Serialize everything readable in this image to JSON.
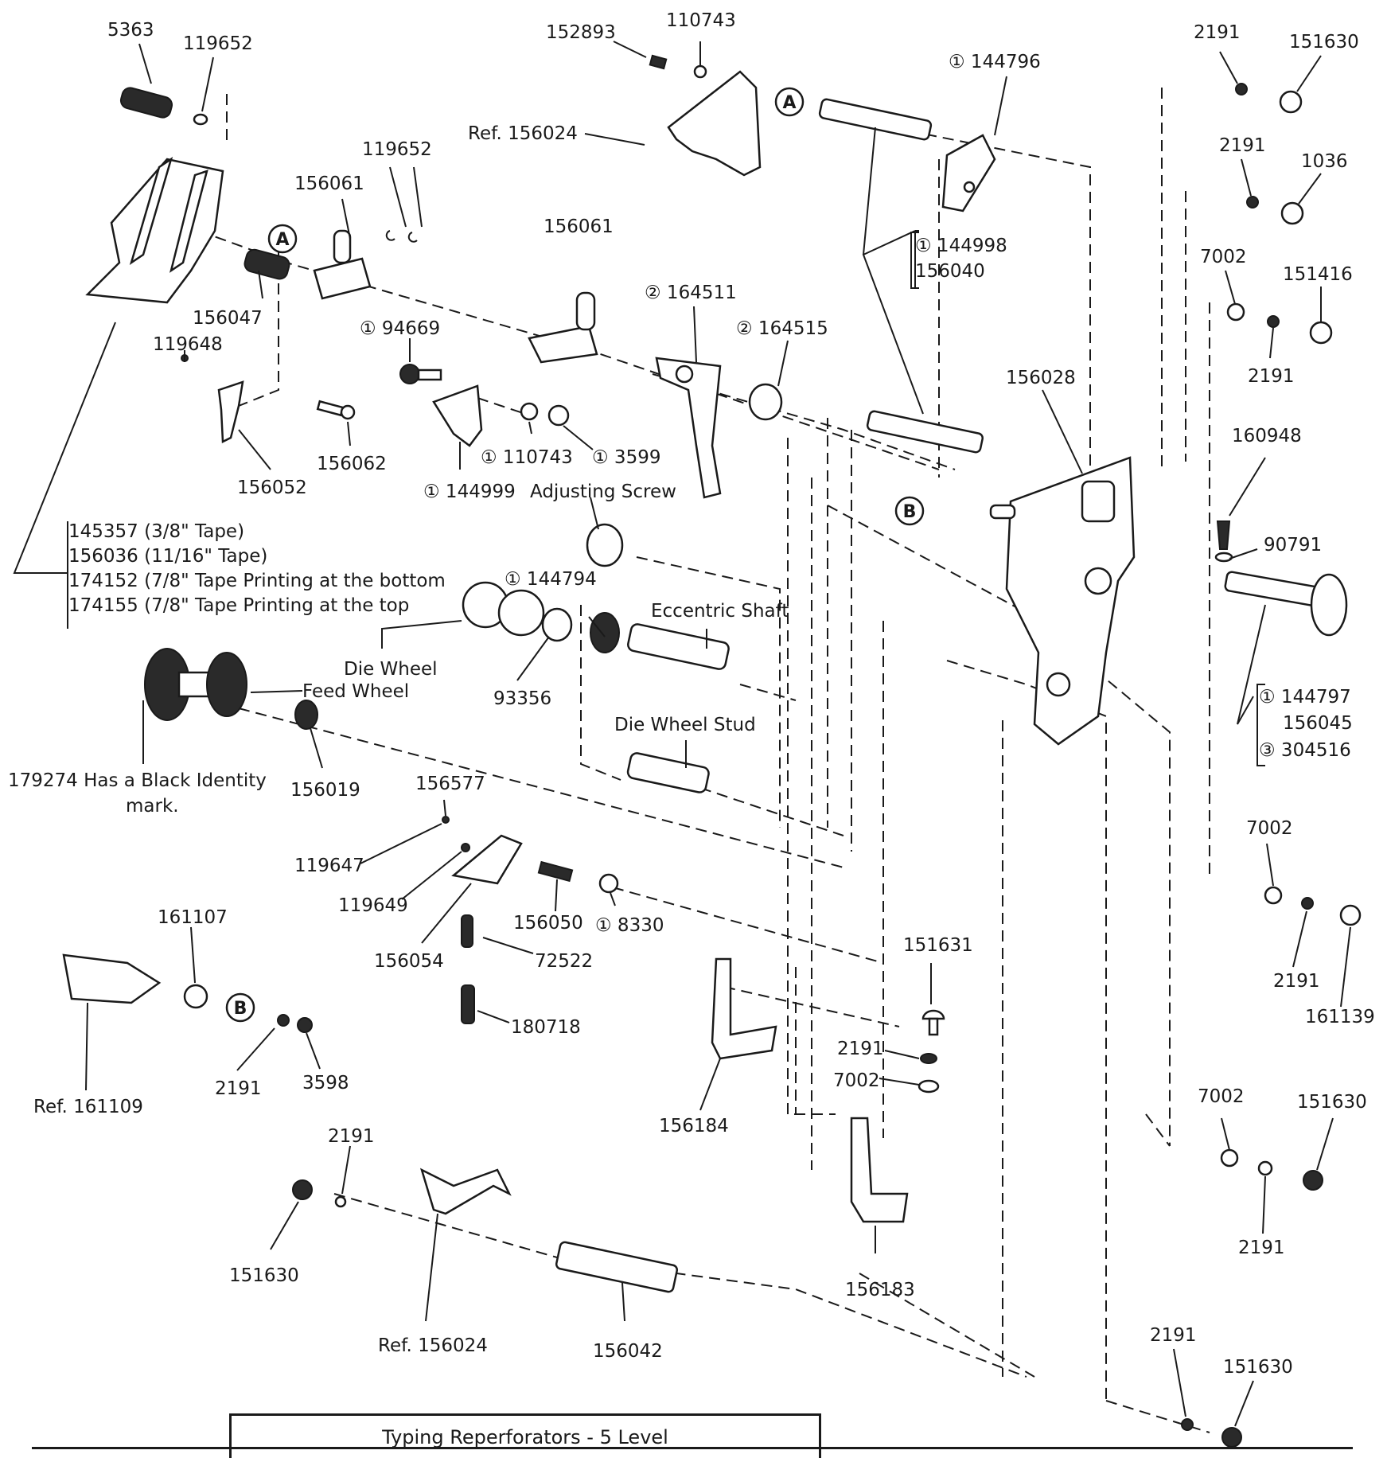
{
  "title": "Typing Reperforators - 5 Level",
  "labels": {
    "p5363": "5363",
    "p119652a": "119652",
    "p119652b": "119652",
    "p156061a": "156061",
    "p156061b": "156061",
    "p156047": "156047",
    "p119648": "119648",
    "p156052": "156052",
    "p156062": "156062",
    "p94669": "① 94669",
    "p110743a": "① 110743",
    "p3599": "① 3599",
    "p144999": "① 144999",
    "adjusting_screw": "Adjusting Screw",
    "p152893": "152893",
    "p110743b": "110743",
    "ref156024a": "Ref. 156024",
    "p144796": "① 144796",
    "p144998": "① 144998",
    "p156040": "156040",
    "p164511": "② 164511",
    "p164515": "② 164515",
    "p156028": "156028",
    "p2191a": "2191",
    "p151630a": "151630",
    "p2191b": "2191",
    "p1036": "1036",
    "p7002a": "7002",
    "p151416": "151416",
    "p2191c": "2191",
    "p160948": "160948",
    "p90791": "90791",
    "p144797": "① 144797",
    "p156045": "156045",
    "p304516": "③ 304516",
    "tape1": "145357 (3/8\" Tape)",
    "tape2": "156036 (11/16\" Tape)",
    "tape3": "174152 (7/8\" Tape Printing at the bottom",
    "tape4": "174155 (7/8\" Tape Printing at the top",
    "p144794": "① 144794",
    "eccentric_shaft": "Eccentric Shaft",
    "die_wheel": "Die Wheel",
    "feed_wheel": "Feed Wheel",
    "p93356": "93356",
    "die_wheel_stud": "Die Wheel Stud",
    "p179274a": "179274 Has a Black Identity",
    "p179274b": "mark.",
    "p156019": "156019",
    "p156577": "156577",
    "p119647": "119647",
    "p119649": "119649",
    "p156054": "156054",
    "p156050": "156050",
    "p8330": "① 8330",
    "p72522": "72522",
    "p180718": "180718",
    "p161107": "161107",
    "p2191d": "2191",
    "p3598": "3598",
    "ref161109": "Ref. 161109",
    "p2191e": "2191",
    "p151630b": "151630",
    "ref156024b": "Ref. 156024",
    "p156042": "156042",
    "p156184": "156184",
    "p151631": "151631",
    "p2191f": "2191",
    "p7002b": "7002",
    "p156183": "156183",
    "p7002c": "7002",
    "p2191g": "2191",
    "p161139": "161139",
    "p7002d": "7002",
    "p151630c": "151630",
    "p2191h": "2191",
    "p2191i": "2191",
    "p151630d": "151630"
  },
  "callouts": {
    "a1": "A",
    "a2": "A",
    "b1": "B",
    "b2": "B"
  }
}
